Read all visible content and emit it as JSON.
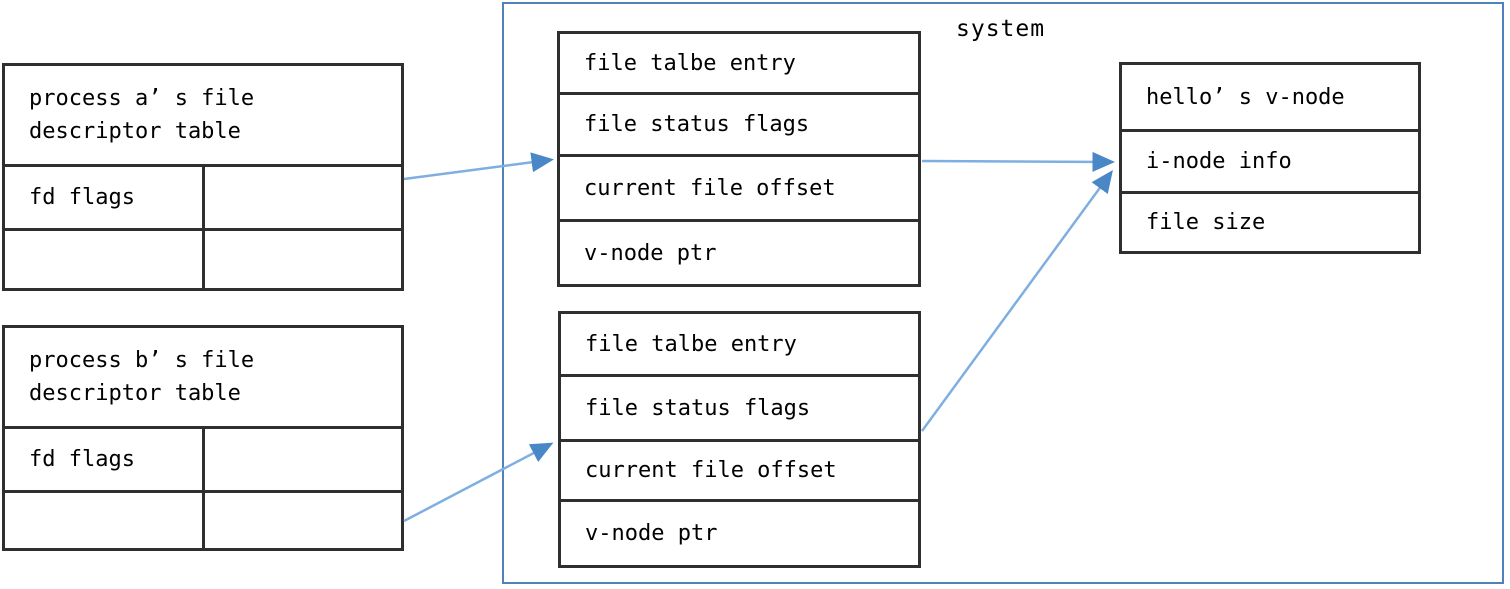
{
  "colors": {
    "system_border": "#4f81bd",
    "arrow_line": "#7fafe0",
    "arrow_head": "#4a87c7",
    "box_border": "#2f2f2f",
    "text": "#000000"
  },
  "system": {
    "label": "system"
  },
  "process_a_table": {
    "title_line1": "process a’ s file",
    "title_line2": "descriptor table",
    "row1_label": "fd flags",
    "row1_value": "",
    "row2_label": "",
    "row2_value": ""
  },
  "process_b_table": {
    "title_line1": "process b’ s file",
    "title_line2": "descriptor table",
    "row1_label": "fd flags",
    "row1_value": "",
    "row2_label": "",
    "row2_value": ""
  },
  "file_table_a": {
    "rows": [
      "file talbe entry",
      "file status flags",
      "current file offset",
      "v-node ptr"
    ]
  },
  "file_table_b": {
    "rows": [
      "file talbe entry",
      "file status flags",
      "current file offset",
      "v-node ptr"
    ]
  },
  "vnode_table": {
    "rows": [
      "hello’ s v-node",
      "i-node info",
      "file size"
    ]
  },
  "edges": [
    {
      "from": "process-a-fd-entry",
      "to": "file-table-entry-a"
    },
    {
      "from": "process-b-fd-entry",
      "to": "file-table-entry-b"
    },
    {
      "from": "file-table-entry-a",
      "to": "hello-vnode"
    },
    {
      "from": "file-table-entry-b",
      "to": "hello-vnode"
    }
  ]
}
